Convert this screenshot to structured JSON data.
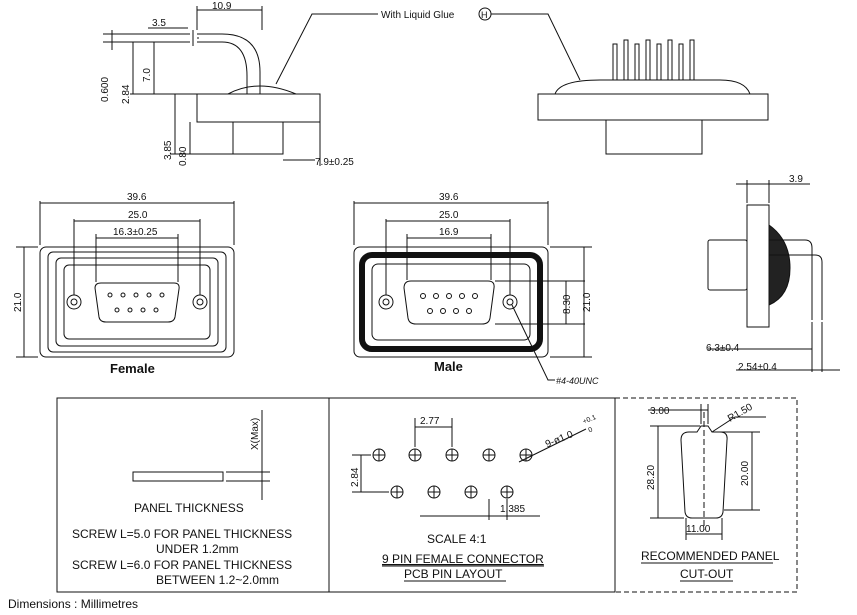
{
  "side_view": {
    "dim_10_9": "10.9",
    "dim_3_5": "3.5",
    "dim_0_600": "0.600",
    "dim_2_84": "2.84",
    "dim_7_0": "7.0",
    "dim_3_85": "3.85",
    "dim_0_80": "0.80",
    "dim_7_9": "7.9±0.25",
    "glue_note": "With Liquid Glue",
    "glue_symbol": "H"
  },
  "female_view": {
    "width": "39.6",
    "pitch": "25.0",
    "inner": "16.3±0.25",
    "height": "21.0",
    "caption": "Female"
  },
  "male_view": {
    "width": "39.6",
    "pitch": "25.0",
    "inner": "16.9",
    "shell": "8.30",
    "height": "21.0",
    "thread": "#4-40UNC",
    "caption": "Male"
  },
  "end_view": {
    "dim_3_9": "3.9",
    "dim_6_3": "6.3±0.4",
    "dim_2_54": "2.54±0.4"
  },
  "panel_box": {
    "x_max": "X(Max)",
    "title": "PANEL THICKNESS",
    "line1": "SCREW L=5.0 FOR PANEL THICKNESS",
    "line2": "UNDER 1.2mm",
    "line3": "SCREW L=6.0 FOR PANEL THICKNESS",
    "line4": "BETWEEN 1.2~2.0mm"
  },
  "pcb_box": {
    "dim_2_77": "2.77",
    "dim_2_84": "2.84",
    "dim_1_385": "1.385",
    "hole_note": "9-ø1.0",
    "tol": "+0.1",
    "tol_zero": "0",
    "scale": "SCALE 4:1",
    "title1": "9 PIN FEMALE CONNECTOR",
    "title2": "PCB PIN LAYOUT"
  },
  "cutout_box": {
    "dim_3_00": "3.00",
    "dim_r1_50": "R1.50",
    "dim_28_20": "28.20",
    "dim_20_00": "20.00",
    "dim_11_00": "11.00",
    "title1": "RECOMMENDED PANEL",
    "title2": "CUT-OUT"
  },
  "footer": "Dimensions : Millimetres"
}
